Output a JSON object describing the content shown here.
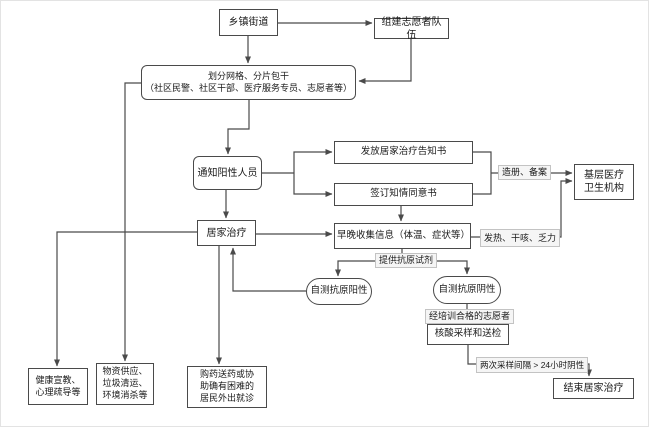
{
  "diagram": {
    "type": "flowchart",
    "language": "zh-CN",
    "nodes": {
      "township": "乡镇街道",
      "build_volunteer_team": "组建志愿者队伍",
      "grid_division": "划分网格、分片包干\n（社区民警、社区干部、医疗服务专员、志愿者等）",
      "notify_positive": "通知阳性人员",
      "treatment_notice": "发放居家治疗告知书",
      "consent_form": "签订知情同意书",
      "primary_medical": "基层医疗\n卫生机构",
      "home_treatment": "居家治疗",
      "collect_info": "早晚收集信息（体温、症状等）",
      "antigen_positive": "自测抗原阳性",
      "antigen_negative": "自测抗原阴性",
      "nucleic_sampling": "核酸采样和送检",
      "end_home_treatment": "结束居家治疗",
      "health_education": "健康宣教、\n心理疏导等",
      "supplies": "物资供应、\n垃圾清运、\n环境消杀等",
      "medicine_help": "购药送药或协\n助确有困难的\n居民外出就诊"
    },
    "edge_labels": {
      "register": "造册、备案",
      "symptoms": "发热、干咳、乏力",
      "provide_antigen": "提供抗原试剂",
      "trained_volunteer": "经培训合格的志愿者",
      "sampling_interval": "两次采样间隔 > 24小时阴性"
    },
    "colors": {
      "line": "#4a4a4a",
      "node_border": "#4a4a4a",
      "node_bg": "#ffffff",
      "label_bg": "#f5f5f5",
      "label_border": "#c3c3c3",
      "text": "#1a1a1a"
    }
  }
}
